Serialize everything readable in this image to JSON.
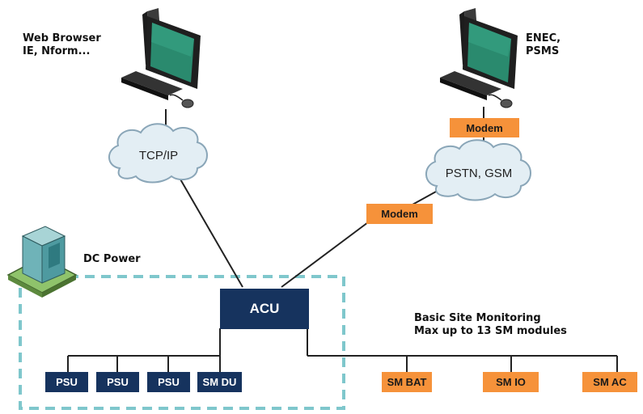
{
  "labels": {
    "web_browser_line1": "Web Browser",
    "web_browser_line2": "IE, Nform...",
    "enec_line1": "ENEC,",
    "enec_line2": "PSMS",
    "dc_power": "DC Power",
    "site_monitoring_line1": "Basic Site Monitoring",
    "site_monitoring_line2": "Max up to 13 SM modules"
  },
  "clouds": {
    "tcpip": "TCP/IP",
    "pstn": "PSTN, GSM"
  },
  "modems": {
    "top": "Modem",
    "middle": "Modem"
  },
  "controller": "ACU",
  "dc_modules": [
    "PSU",
    "PSU",
    "PSU",
    "SM DU"
  ],
  "sm_modules": [
    "SM BAT",
    "SM IO",
    "SM AC"
  ],
  "colors": {
    "navy": "#16335e",
    "orange": "#f6923a",
    "dashed_border": "#7fc7cc",
    "cloud_fill": "#e3eef4",
    "cloud_stroke": "#8aa6b8"
  }
}
